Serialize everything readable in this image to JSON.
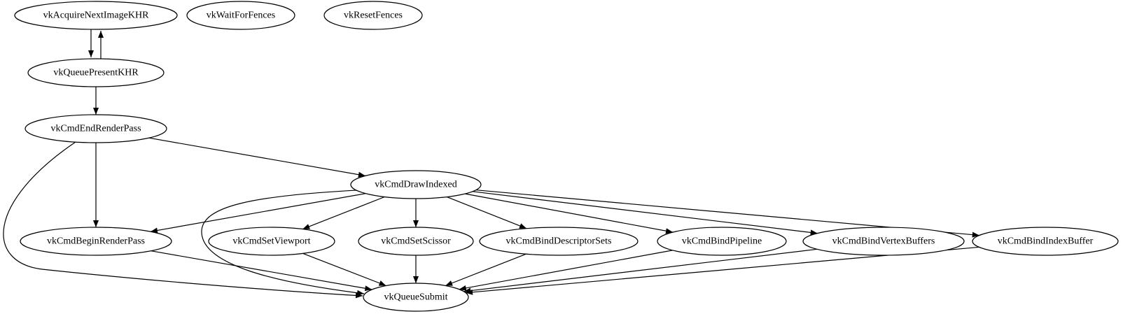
{
  "graph": {
    "nodes": [
      {
        "id": "acquire",
        "label": "vkAcquireNextImageKHR"
      },
      {
        "id": "waitfences",
        "label": "vkWaitForFences"
      },
      {
        "id": "resetfences",
        "label": "vkResetFences"
      },
      {
        "id": "present",
        "label": "vkQueuePresentKHR"
      },
      {
        "id": "endrp",
        "label": "vkCmdEndRenderPass"
      },
      {
        "id": "drawidx",
        "label": "vkCmdDrawIndexed"
      },
      {
        "id": "beginrp",
        "label": "vkCmdBeginRenderPass"
      },
      {
        "id": "viewport",
        "label": "vkCmdSetViewport"
      },
      {
        "id": "scissor",
        "label": "vkCmdSetScissor"
      },
      {
        "id": "descsets",
        "label": "vkCmdBindDescriptorSets"
      },
      {
        "id": "pipeline",
        "label": "vkCmdBindPipeline"
      },
      {
        "id": "vbufs",
        "label": "vkCmdBindVertexBuffers"
      },
      {
        "id": "ibuf",
        "label": "vkCmdBindIndexBuffer"
      },
      {
        "id": "submit",
        "label": "vkQueueSubmit"
      }
    ],
    "edges": [
      {
        "from": "acquire",
        "to": "present"
      },
      {
        "from": "present",
        "to": "acquire"
      },
      {
        "from": "present",
        "to": "endrp"
      },
      {
        "from": "endrp",
        "to": "drawidx"
      },
      {
        "from": "endrp",
        "to": "beginrp"
      },
      {
        "from": "endrp",
        "to": "submit"
      },
      {
        "from": "drawidx",
        "to": "beginrp"
      },
      {
        "from": "drawidx",
        "to": "viewport"
      },
      {
        "from": "drawidx",
        "to": "scissor"
      },
      {
        "from": "drawidx",
        "to": "descsets"
      },
      {
        "from": "drawidx",
        "to": "pipeline"
      },
      {
        "from": "drawidx",
        "to": "vbufs"
      },
      {
        "from": "drawidx",
        "to": "ibuf"
      },
      {
        "from": "drawidx",
        "to": "submit"
      },
      {
        "from": "beginrp",
        "to": "submit"
      },
      {
        "from": "viewport",
        "to": "submit"
      },
      {
        "from": "scissor",
        "to": "submit"
      },
      {
        "from": "descsets",
        "to": "submit"
      },
      {
        "from": "pipeline",
        "to": "submit"
      },
      {
        "from": "vbufs",
        "to": "submit"
      },
      {
        "from": "ibuf",
        "to": "submit"
      }
    ]
  }
}
